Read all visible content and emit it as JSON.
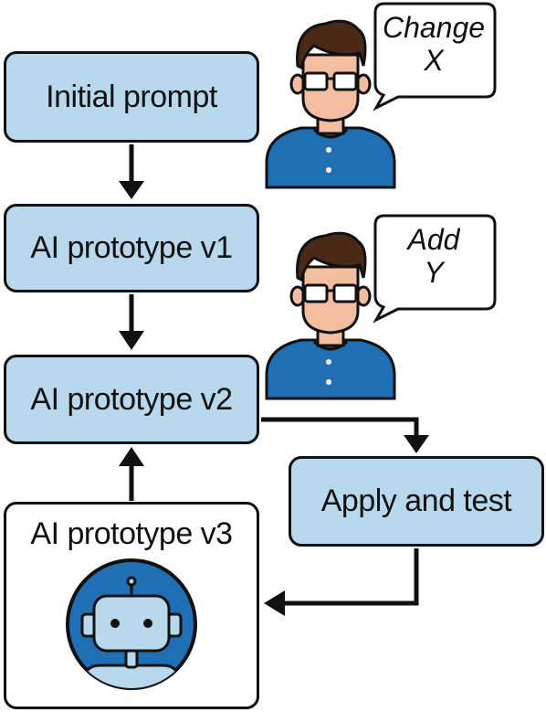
{
  "nodes": {
    "initial_prompt": "Initial prompt",
    "prototype_v1": "AI prototype v1",
    "prototype_v2": "AI prototype v2",
    "prototype_v3": "AI prototype v3",
    "apply_and_test": "Apply and test"
  },
  "feedback": {
    "first": {
      "line1": "Change",
      "line2": "X"
    },
    "second": {
      "line1": "Add",
      "line2": "Y"
    }
  },
  "colors": {
    "box_fill": "#b8d8ee",
    "person_shirt": "#1f6fb5",
    "person_skin": "#f3bda0",
    "person_hair": "#4a2a17",
    "robot_circle": "#1f6fb5",
    "outline": "#111111"
  },
  "icons": [
    "person-icon",
    "person-icon",
    "speech-bubble-icon",
    "speech-bubble-icon",
    "robot-icon"
  ]
}
